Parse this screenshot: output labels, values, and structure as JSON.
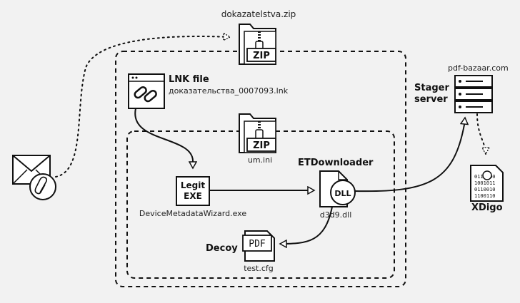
{
  "archive_outer": {
    "filename": "dokazatelstva.zip",
    "badge": "ZIP"
  },
  "lnk": {
    "title": "LNK file",
    "filename": "доказательства_0007093.lnk"
  },
  "archive_inner": {
    "filename": "um.ini",
    "badge": "ZIP"
  },
  "legit_exe": {
    "line1": "Legit",
    "line2": "EXE",
    "filename": "DeviceMetadataWizard.exe"
  },
  "etdownloader": {
    "title": "ETDownloader",
    "badge": "DLL",
    "filename": "d3d9.dll"
  },
  "decoy": {
    "title": "Decoy",
    "badge": "PDF",
    "filename": "test.cfg"
  },
  "stager": {
    "title_line1": "Stager",
    "title_line2": "server",
    "domain": "pdf-bazaar.com"
  },
  "xdigo": {
    "title": "XDigo"
  },
  "colors": {
    "ink": "#111111",
    "background": "#f2f2f2"
  }
}
